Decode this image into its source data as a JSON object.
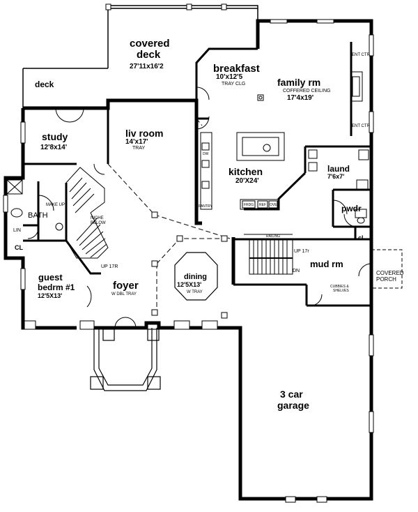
{
  "rooms": {
    "covered_deck": {
      "line1": "covered",
      "line2": "deck",
      "dims": "27'11x16'2"
    },
    "deck": {
      "name": "deck"
    },
    "breakfast": {
      "name": "breakfast",
      "dims": "10'x12'5",
      "note": "TRAY CLG"
    },
    "family": {
      "name": "family rm",
      "note": "COFFERED CEILING",
      "dims": "17'4x19'"
    },
    "study": {
      "name": "study",
      "dims": "12'8x14'"
    },
    "living": {
      "name": "liv room",
      "dims": "14'x17'",
      "note": "TRAY"
    },
    "kitchen": {
      "name": "kitchen",
      "dims": "20'X24'"
    },
    "laundry": {
      "name": "laund",
      "dims": "7'6x7'"
    },
    "powder": {
      "name": "pwdr"
    },
    "bath": {
      "name": "BATH"
    },
    "guest": {
      "line1": "guest",
      "line2": "bedrm #1",
      "dims": "12'5X13'"
    },
    "foyer": {
      "name": "foyer",
      "note": "W DBL TRAY"
    },
    "dining": {
      "name": "dining",
      "dims": "12'5X13'",
      "note": "W TRAY"
    },
    "mud": {
      "name": "mud rm"
    },
    "garage": {
      "line1": "3 car",
      "line2": "garage"
    },
    "covered_porch": {
      "line1": "COVERED",
      "line2": "PORCH"
    }
  },
  "labels": {
    "ent_ctr_upper": "ENT CTR",
    "ent_ctr_lower": "ENT CTR",
    "make_up": "MAKE UP",
    "niche": "NICHE",
    "below": "BELOW",
    "linen": "LIN",
    "closet_bath": "CL",
    "closet_pwdr": "cl",
    "up_foyer": "UP 17R",
    "up_mud": "UP 17r",
    "dn": "DN",
    "railing": "RAILING",
    "pantry": "PANTRY",
    "cubbies": "CUBBIES &",
    "shelves": "SHELVES",
    "appliance_frdg": "FRDG",
    "appliance_ref": "REF",
    "appliance_oven": "OVEN",
    "dw": "DW"
  }
}
